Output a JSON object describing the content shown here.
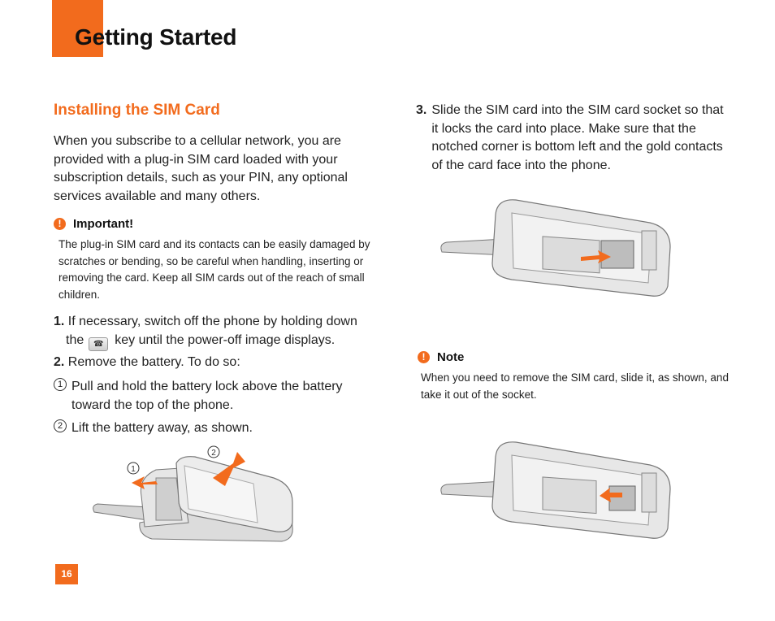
{
  "header": {
    "title": "Getting Started"
  },
  "section": {
    "heading": "Installing the SIM Card",
    "intro": "When you subscribe to a cellular network, you are provided with a plug-in SIM card loaded with your subscription details, such as your PIN, any optional services available and many others."
  },
  "important": {
    "heading": "Important!",
    "text": "The plug-in SIM card and its contacts can be easily damaged by scratches or bending, so be careful when handling, inserting or removing the card. Keep all SIM cards out of the reach of small children."
  },
  "steps": {
    "s1_num": "1.",
    "s1_a": "If necessary, switch off the phone by holding down",
    "s1_b_pre": "the",
    "s1_b_post": "key until the power-off image displays.",
    "s2_num": "2.",
    "s2": "Remove the battery. To do so:",
    "s2a_marker": "1",
    "s2a": "Pull and hold the battery lock above the battery toward the top of the phone.",
    "s2b_marker": "2",
    "s2b": "Lift the battery away, as shown.",
    "s3_num": "3.",
    "s3": "Slide the SIM card into the SIM card socket so that it locks the card into place. Make sure that the notched corner is bottom left and the gold contacts of the card face into the phone."
  },
  "figure_markers": {
    "m1": "1",
    "m2": "2"
  },
  "note": {
    "heading": "Note",
    "text": "When you need to remove the SIM card, slide it, as shown, and take it out of the socket."
  },
  "footer": {
    "page_number": "16"
  },
  "colors": {
    "accent": "#f26b1d"
  }
}
